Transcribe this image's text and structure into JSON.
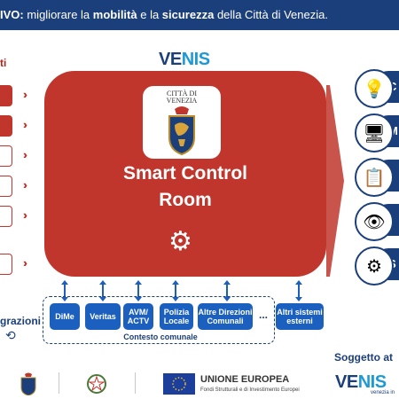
{
  "banner": {
    "prefix": "IVO:",
    "t1": " migliorare la ",
    "b1": "mobilità",
    "t2": " e la ",
    "b2": "sicurezza",
    "t3": " della Città di Venezia."
  },
  "left": {
    "top_label": "ti",
    "bottom_label": "grazioni"
  },
  "logo": {
    "v": "VE",
    "n": "NIS"
  },
  "crest": {
    "line1": "CITTÀ DI",
    "line2": "VENEZIA"
  },
  "main": {
    "title_line1": "Smart Control",
    "title_line2": "Room"
  },
  "context": {
    "label": "Contesto comunale",
    "pills": [
      "DiMe",
      "Veritas",
      "AVM/\nACTV",
      "Polizia\nLocale",
      "Altre Direzioni\nComunali",
      "...",
      "Altri sistemi\nesterni"
    ]
  },
  "right": {
    "letters": [
      "C",
      "M",
      "",
      "",
      "S"
    ],
    "icons": [
      "lightbulb-icon",
      "monitor-icon",
      "report-icon",
      "eye-icon",
      "flowchart-icon"
    ]
  },
  "bottom": {
    "eu_title": "UNIONE EUROPEA",
    "eu_sub": "Fondi Strutturali e di Investimento Europei",
    "subject": "Soggetto at",
    "venis_small": "venezia in"
  },
  "colors": {
    "navy": "#1b3f7a",
    "red": "#c0362c",
    "blue": "#1b5fbf",
    "cyan": "#1d9ad6"
  }
}
